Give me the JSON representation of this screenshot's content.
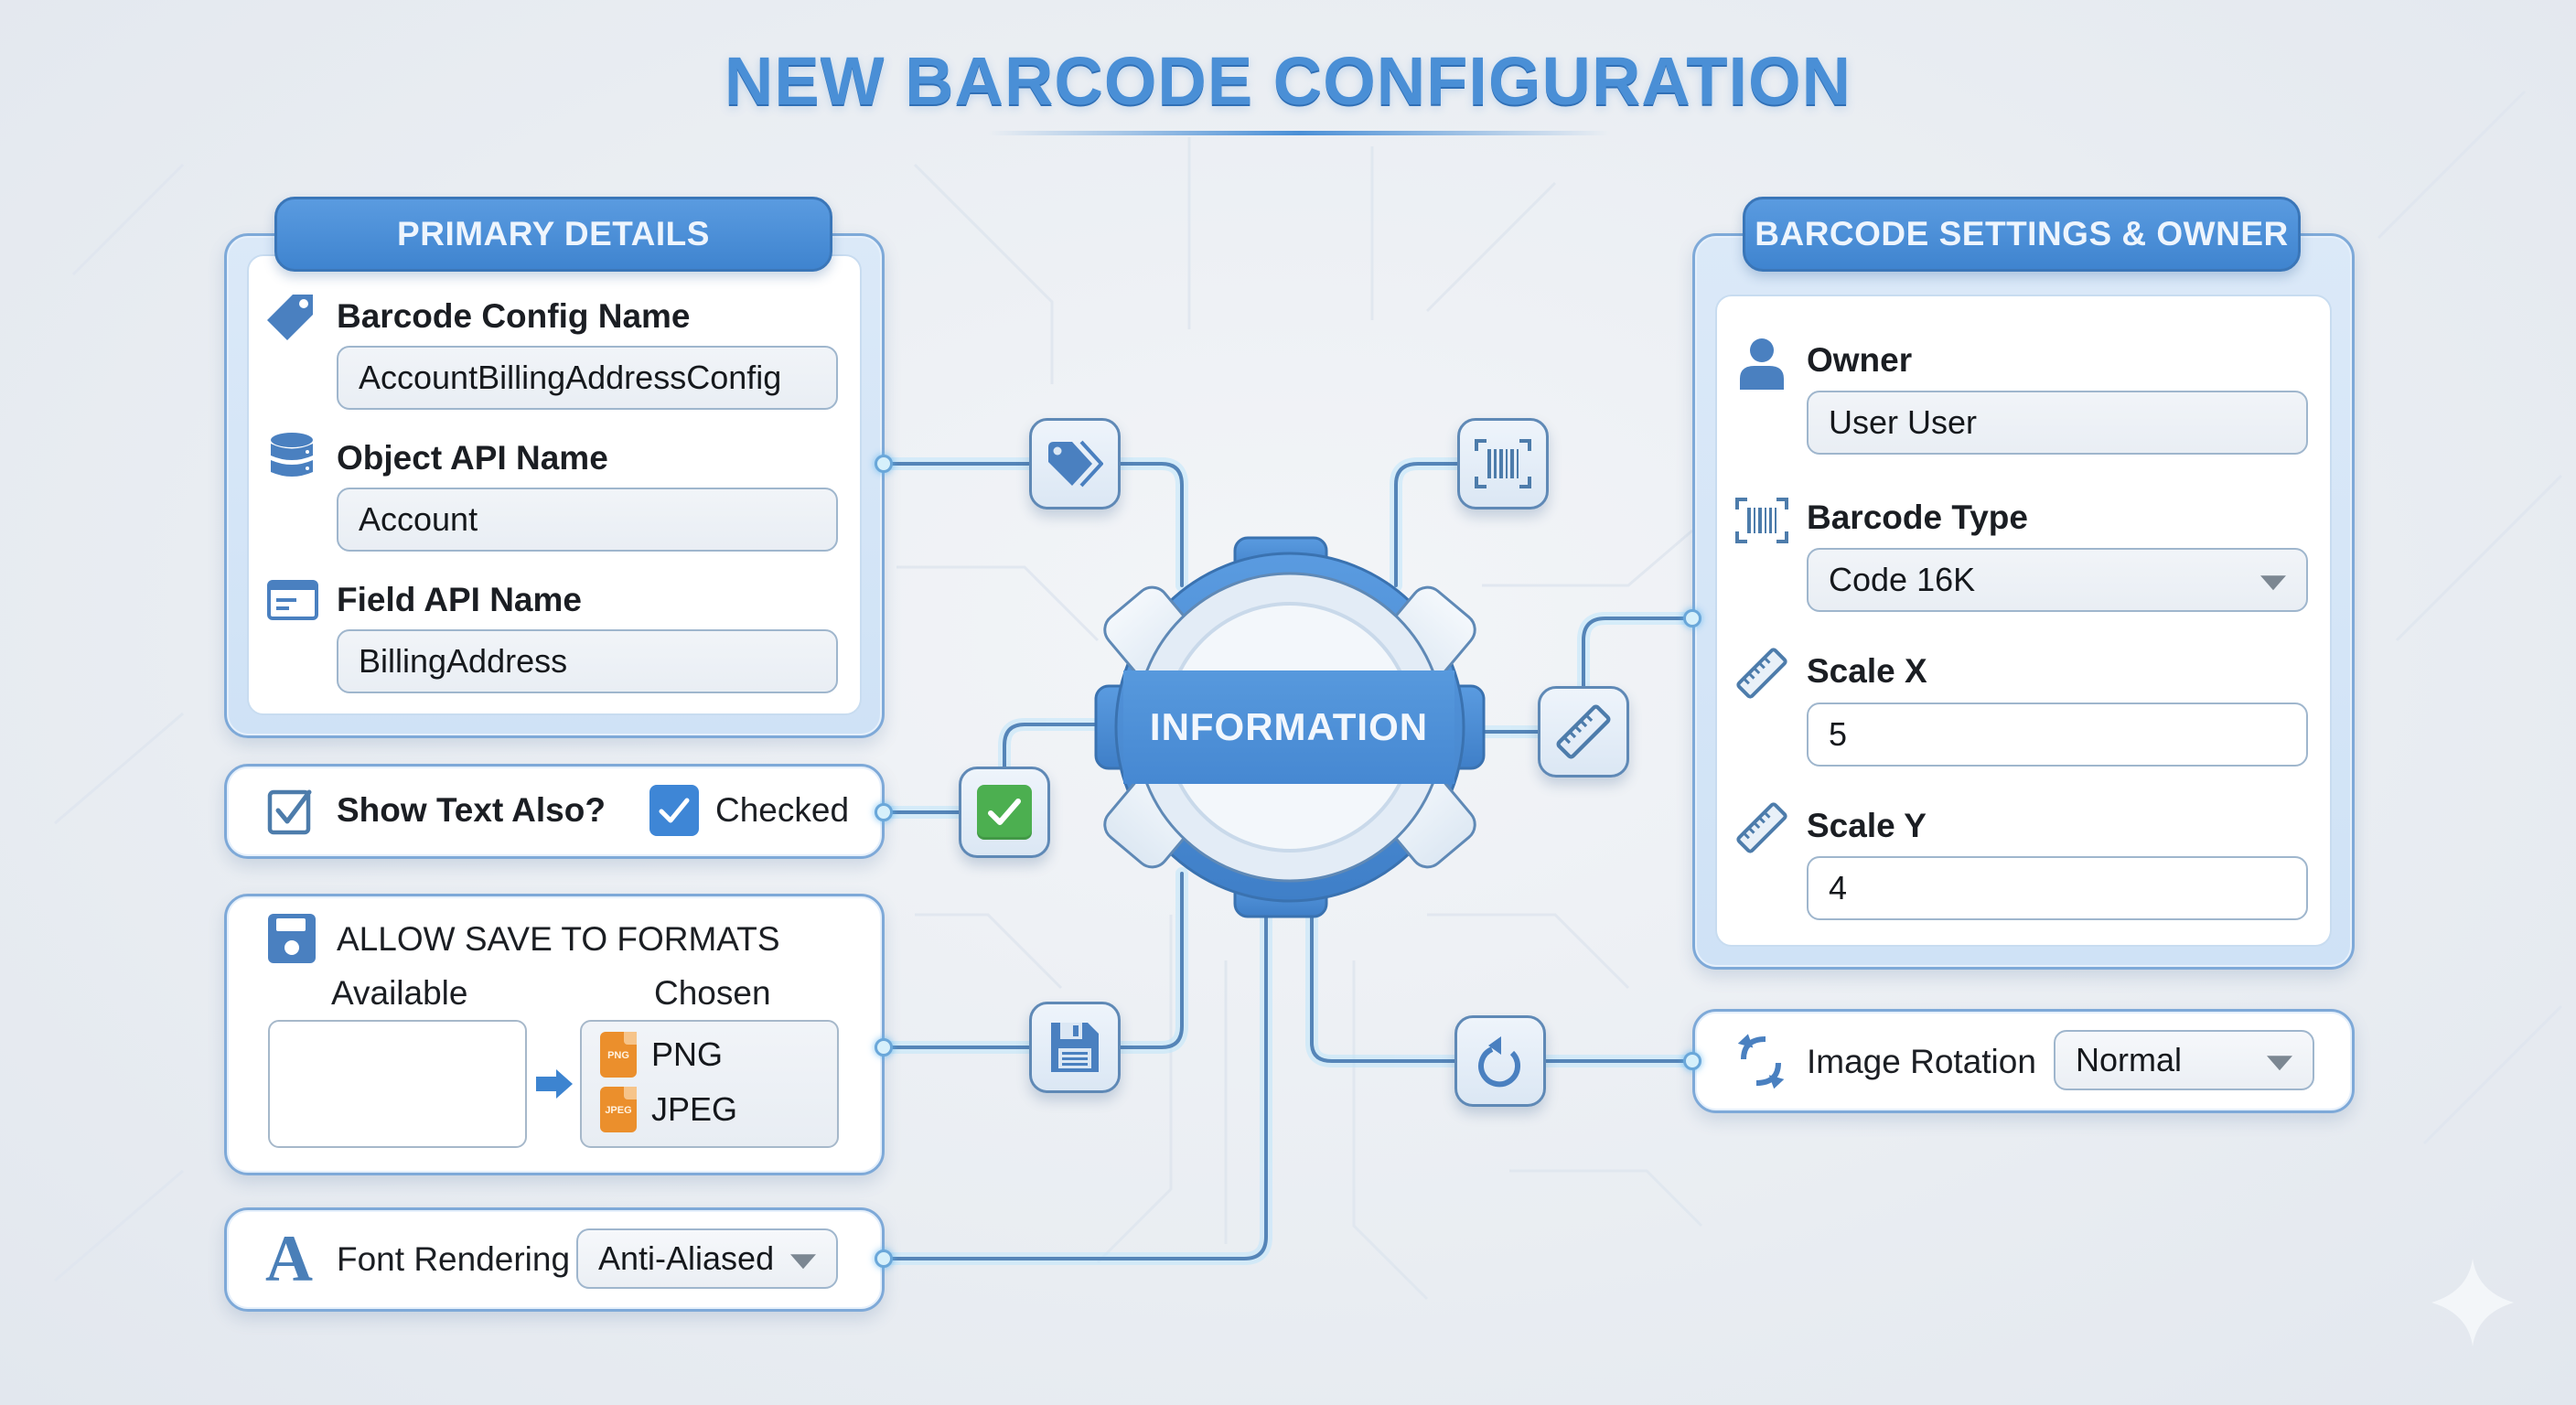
{
  "title": "NEW BARCODE CONFIGURATION",
  "colors": {
    "accent": "#4a8fd6",
    "accent_dark": "#3a76b8",
    "panel_border": "#7ea9d8",
    "background": "#eceff3",
    "checkbox_green": "#4caf50",
    "file_orange": "#eb8f2c"
  },
  "hub": {
    "label": "INFORMATION"
  },
  "primary_details": {
    "header": "PRIMARY DETAILS",
    "fields": [
      {
        "label": "Barcode Config Name",
        "value": "AccountBillingAddressConfig",
        "icon": "tag-icon"
      },
      {
        "label": "Object API Name",
        "value": "Account",
        "icon": "database-icon"
      },
      {
        "label": "Field API Name",
        "value": "BillingAddress",
        "icon": "field-icon"
      }
    ]
  },
  "show_text": {
    "label": "Show Text Also?",
    "value_label": "Checked",
    "checked": true
  },
  "save_formats": {
    "header": "ALLOW SAVE TO FORMATS",
    "available_label": "Available",
    "chosen_label": "Chosen",
    "available": [],
    "chosen": [
      {
        "name": "PNG",
        "badge": "PNG"
      },
      {
        "name": "JPEG",
        "badge": "JPEG"
      }
    ]
  },
  "font_rendering": {
    "label": "Font Rendering",
    "value": "Anti-Aliased"
  },
  "barcode_settings": {
    "header": "BARCODE SETTINGS & OWNER",
    "owner": {
      "label": "Owner",
      "value": "User User"
    },
    "barcode_type": {
      "label": "Barcode Type",
      "value": "Code 16K"
    },
    "scale_x": {
      "label": "Scale X",
      "value": "5"
    },
    "scale_y": {
      "label": "Scale Y",
      "value": "4"
    }
  },
  "image_rotation": {
    "label": "Image Rotation",
    "value": "Normal"
  },
  "connector_nodes": [
    "tag-icon",
    "barcode-icon",
    "checkbox-icon",
    "ruler-icon",
    "save-icon",
    "rotate-icon"
  ]
}
